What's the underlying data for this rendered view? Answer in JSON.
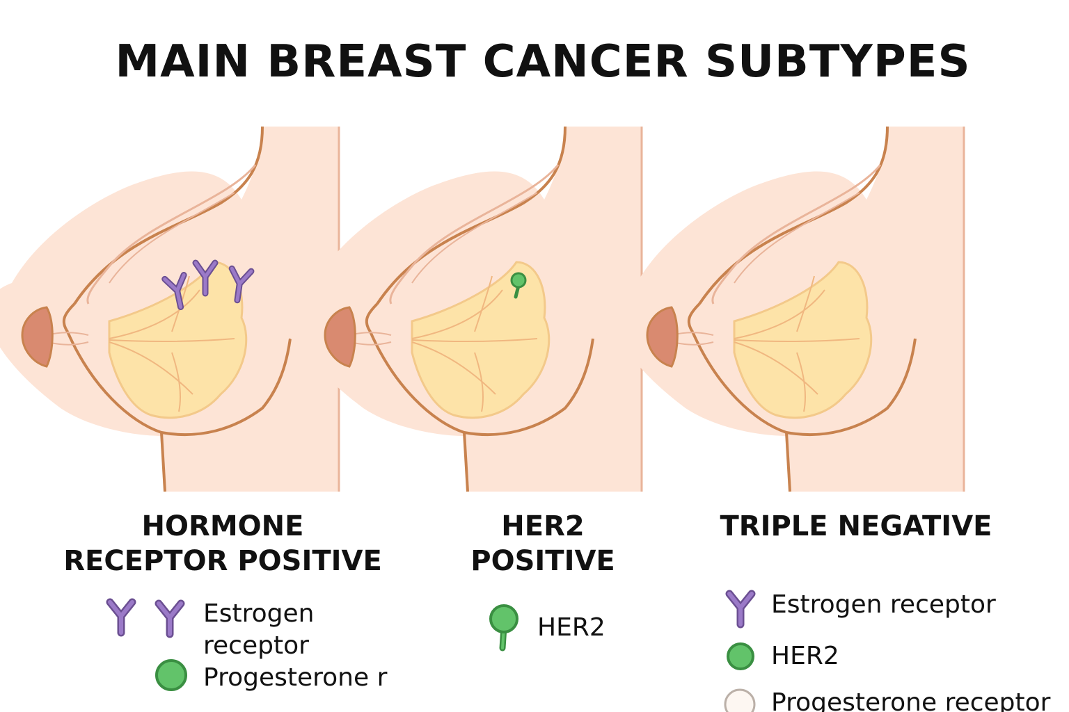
{
  "title": "MAIN BREAST CANCER SUBTYPES",
  "colors": {
    "skin": "#fde4d6",
    "outline": "#c8824e",
    "areola": "#d98a70",
    "tissue": "#fde3a8",
    "estrogen_receptor": "#9b7ac8",
    "her2": "#62c36a",
    "progesterone_receptor_negative": "#fdf7f2"
  },
  "panels": [
    {
      "title_line1": "HORMONE",
      "title_line2": "RECEPTOR POSITIVE",
      "legend": {
        "estrogen_label_line1": "Estrogen",
        "estrogen_label_line2": "receptor",
        "progesterone_label": "Progesterone r"
      },
      "markers": "estrogen-receptor-icon"
    },
    {
      "title_line1": "HER2",
      "title_line2": "POSITIVE",
      "legend": {
        "her2_label": "HER2"
      },
      "markers": "her2-receptor-icon"
    },
    {
      "title_line1": "TRIPLE NEGATIVE",
      "legend": {
        "estrogen_label": "Estrogen receptor",
        "her2_label": "HER2",
        "progesterone_label": "Progesterone receptor"
      }
    }
  ]
}
